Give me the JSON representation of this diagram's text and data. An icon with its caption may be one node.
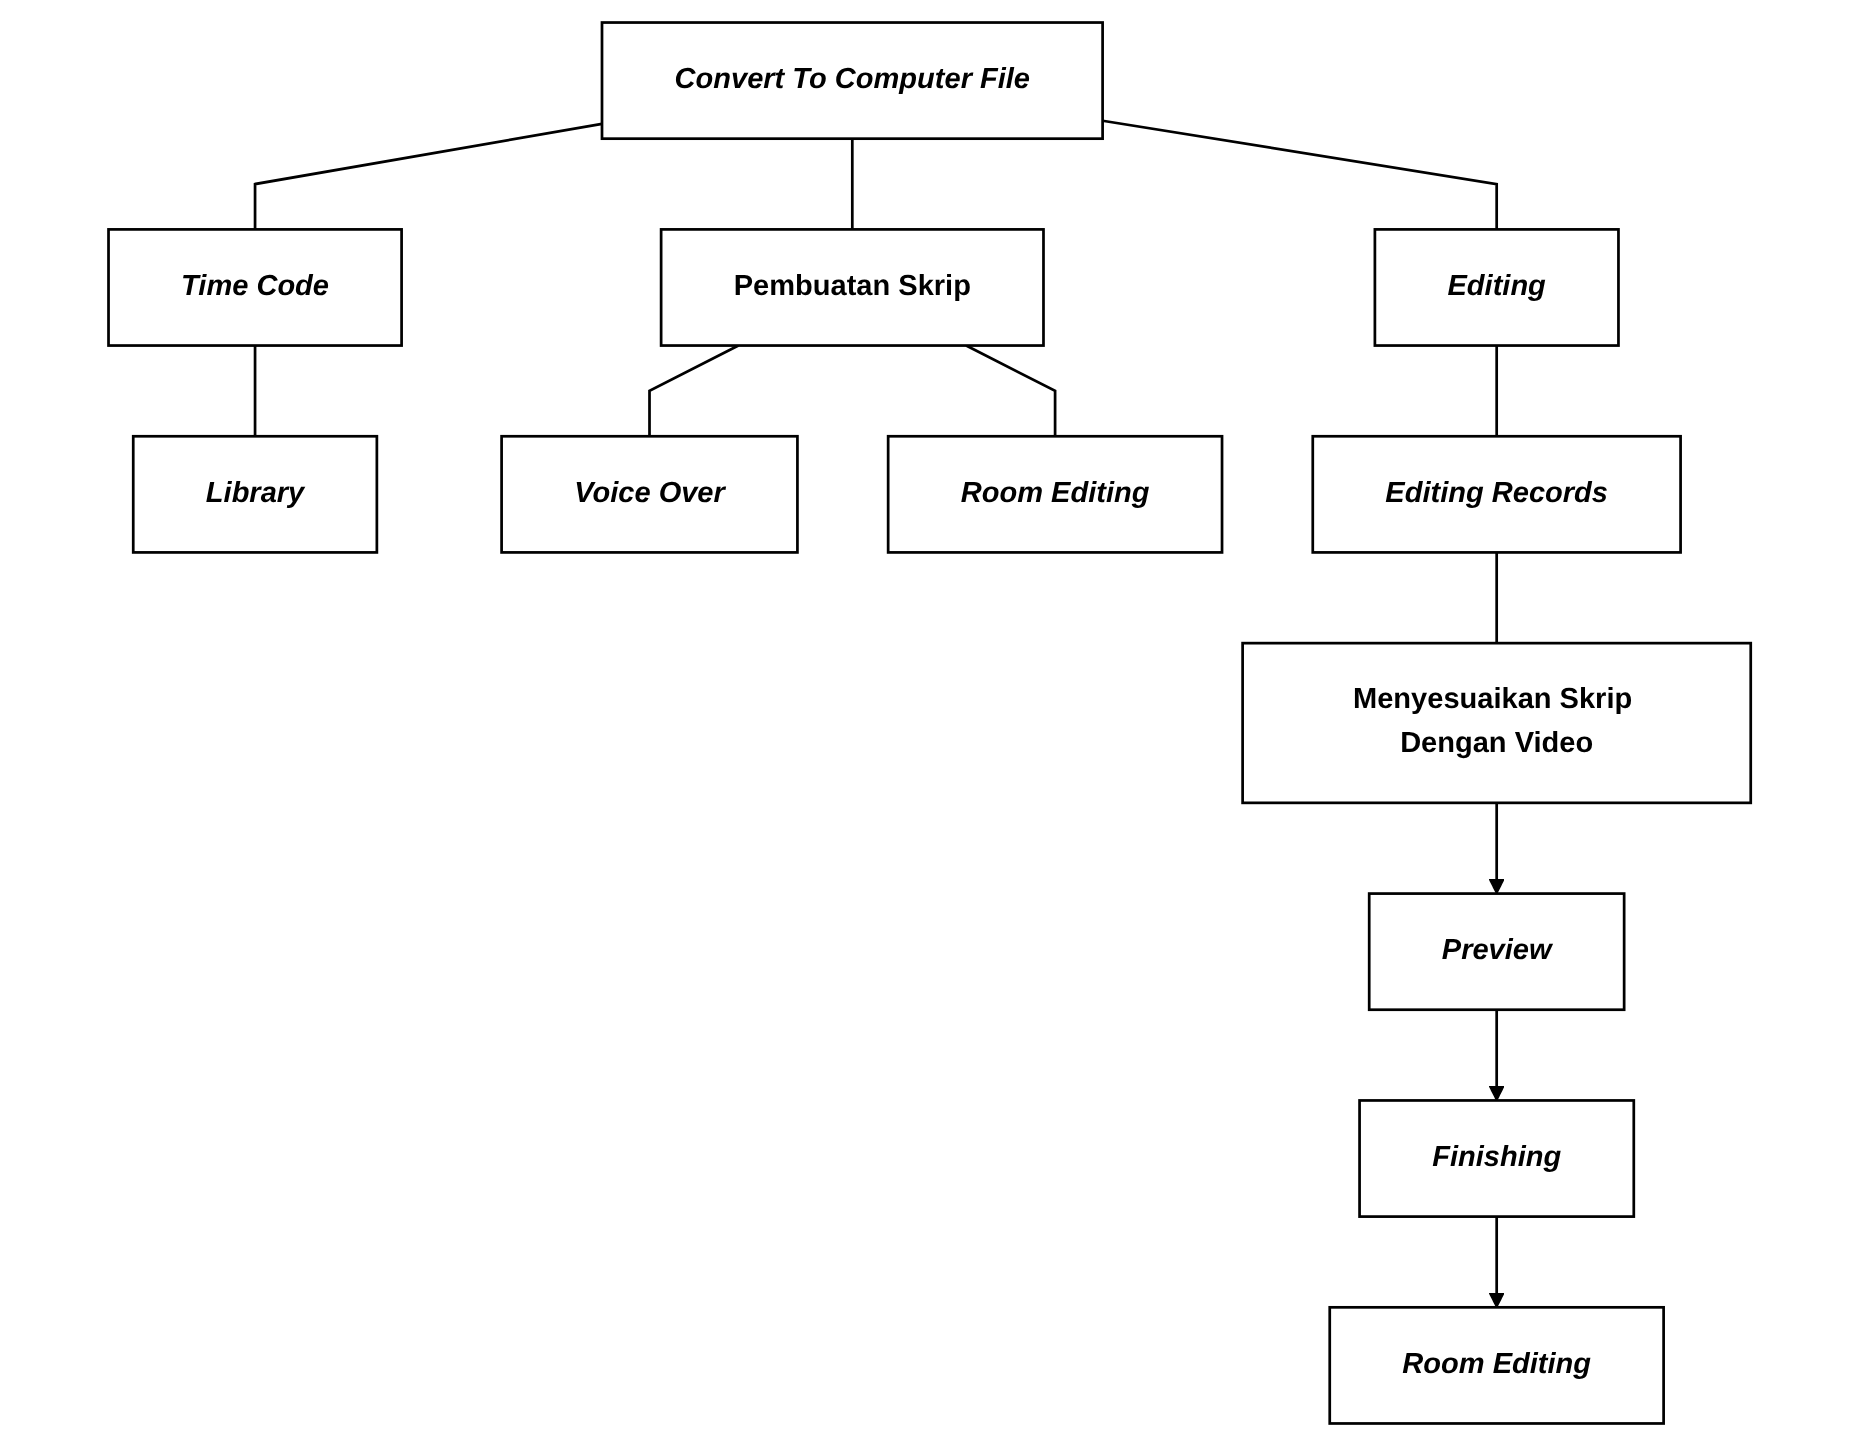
{
  "diagram": {
    "nodes": [
      {
        "text": [
          "Convert To Computer File"
        ]
      },
      {
        "text": [
          "Time Code"
        ]
      },
      {
        "text": [
          "Pembuatan Skrip"
        ]
      },
      {
        "text": [
          "Editing"
        ]
      },
      {
        "text": [
          "Library"
        ]
      },
      {
        "text": [
          "Voice Over"
        ]
      },
      {
        "text": [
          "Room Editing"
        ]
      },
      {
        "text": [
          "Editing Records"
        ]
      },
      {
        "text": [
          "Menyesuaikan Skrip Dengan Video"
        ]
      },
      {
        "text": [
          "Preview"
        ]
      },
      {
        "text": [
          "Finishing"
        ]
      },
      {
        "text": [
          "Room Editing"
        ]
      }
    ],
    "edges": [
      {
        "from": 0,
        "to": 1,
        "arrow": "none"
      },
      {
        "from": 0,
        "to": 2,
        "arrow": "none"
      },
      {
        "from": 0,
        "to": 3,
        "arrow": "none"
      },
      {
        "from": 1,
        "to": 4,
        "arrow": "none"
      },
      {
        "from": 2,
        "to": 5,
        "arrow": "none"
      },
      {
        "from": 2,
        "to": 6,
        "arrow": "none"
      },
      {
        "from": 3,
        "to": 7,
        "arrow": "none"
      },
      {
        "from": 7,
        "to": 8,
        "arrow": "none"
      },
      {
        "from": 8,
        "to": 9,
        "arrow": "to"
      },
      {
        "from": 9,
        "to": 10,
        "arrow": "to"
      },
      {
        "from": 10,
        "to": 11,
        "arrow": "to"
      }
    ]
  }
}
